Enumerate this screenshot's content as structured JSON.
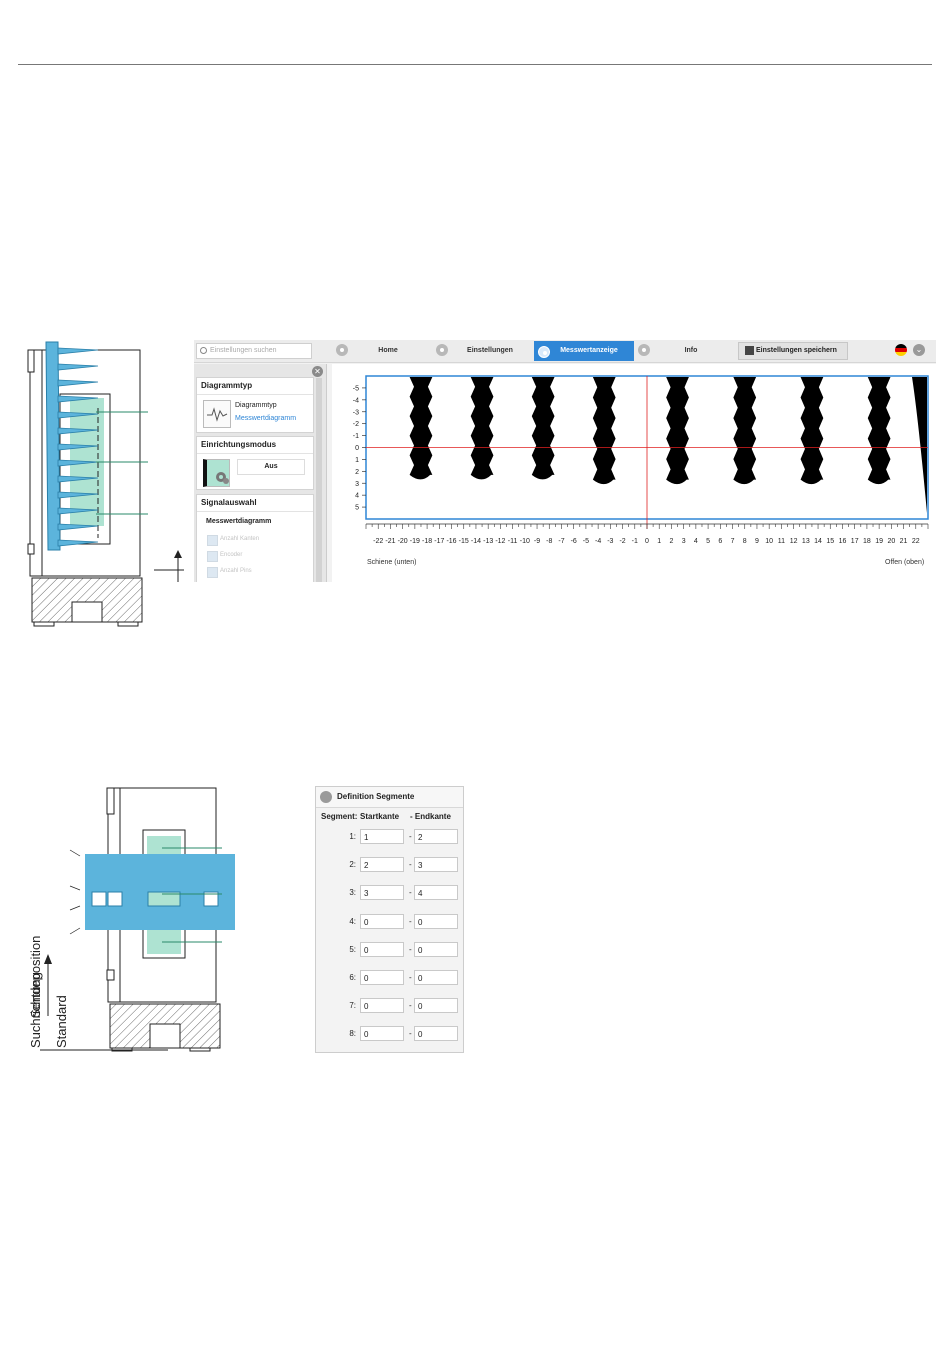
{
  "ui": {
    "search_placeholder": "Einstellungen suchen",
    "nav": {
      "home": "Home",
      "settings": "Einstellungen",
      "display": "Messwertanzeige",
      "info": "Info",
      "save": "Einstellungen speichern"
    },
    "accent_color": "#2f86d6",
    "panel": {
      "diagramtype_title": "Diagrammtyp",
      "diagramtype_label": "Diagrammtyp",
      "diagramtype_value": "Messwertdiagramm",
      "teachmode_title": "Einrichtungsmodus",
      "teachmode_value": "Aus",
      "signal_title": "Signalauswahl",
      "signal_subtitle": "Messwertdiagramm",
      "signals": [
        "Anzahl Kanten",
        "Encoder",
        "Anzahl Pins"
      ]
    },
    "chart": {
      "left_label": "Schiene (unten)",
      "right_label": "Offen (oben)",
      "y_ticks": [
        "-5",
        "-4",
        "-3",
        "-2",
        "-1",
        "0",
        "1",
        "2",
        "3",
        "4",
        "5"
      ],
      "x_ticks": [
        "-22",
        "-21",
        "-20",
        "-19",
        "-18",
        "-17",
        "-16",
        "-15",
        "-14",
        "-13",
        "-12",
        "-11",
        "-10",
        "-9",
        "-8",
        "-7",
        "-6",
        "-5",
        "-4",
        "-3",
        "-2",
        "-1",
        "0",
        "1",
        "2",
        "3",
        "4",
        "5",
        "6",
        "7",
        "8",
        "9",
        "10",
        "11",
        "12",
        "13",
        "14",
        "15",
        "16",
        "17",
        "18",
        "19",
        "20",
        "21",
        "22"
      ],
      "pin_centers_x": [
        -18.5,
        -13.5,
        -8.5,
        -3.5,
        2.5,
        8,
        13.5,
        19
      ]
    }
  },
  "drawing2": {
    "axis_labels": [
      "Standard",
      "Suchrichtung",
      "Sendeposition"
    ]
  },
  "segments": {
    "title": "Definition Segmente",
    "col_segment": "Segment:",
    "col_start": "Startkante",
    "col_end": "- Endkante",
    "rows": [
      {
        "label": "1:",
        "start": "1",
        "end": "2"
      },
      {
        "label": "2:",
        "start": "2",
        "end": "3"
      },
      {
        "label": "3:",
        "start": "3",
        "end": "4"
      },
      {
        "label": "4:",
        "start": "0",
        "end": "0"
      },
      {
        "label": "5:",
        "start": "0",
        "end": "0"
      },
      {
        "label": "6:",
        "start": "0",
        "end": "0"
      },
      {
        "label": "7:",
        "start": "0",
        "end": "0"
      },
      {
        "label": "8:",
        "start": "0",
        "end": "0"
      }
    ]
  }
}
